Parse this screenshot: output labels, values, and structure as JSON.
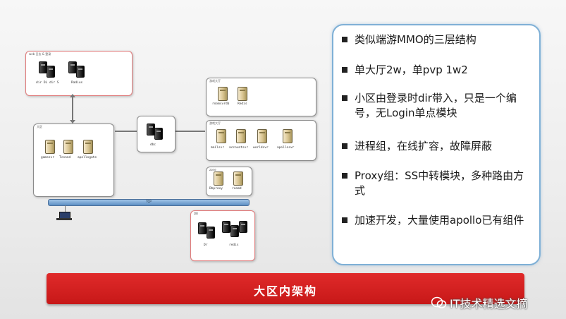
{
  "diagram": {
    "top_left_box": {
      "tag": "web 日志 & 登录",
      "labels": [
        "dir DL dir S",
        "Radius"
      ]
    },
    "left_box": {
      "tag": "大区",
      "labels": [
        "gamesvr",
        "Tconnd",
        "apollogate"
      ]
    },
    "center_box": {
      "labels": [
        "dbc"
      ]
    },
    "right_top_box": {
      "tag": "游戏大厅",
      "labels": [
        "roomsvrdb",
        "Redis"
      ]
    },
    "right_mid_box": {
      "tag": "游戏大厅",
      "labels": [
        "mailsvr",
        "accountsvr",
        "worldsvr",
        "apollosvr"
      ]
    },
    "right_small_box": {
      "tag": "zone",
      "labels": [
        "Dbproxy",
        "roomd"
      ]
    },
    "bottom_box": {
      "tag": "DB",
      "labels": [
        "Dr",
        "redis"
      ]
    },
    "tcp_label": "TCP"
  },
  "bullets": [
    "类似端游MMO的三层结构",
    "单大厅2w，单pvp  1w2",
    "小区由登录时dir带入，只是一个编号，无Login单点模块",
    "进程组，在线扩容，故障屏蔽",
    "Proxy组：SS中转模块，多种路由方式",
    "加速开发，大量使用apollo已有组件"
  ],
  "banner_text": "大区内架构",
  "watermark": "IT技术精选文摘",
  "colors": {
    "banner": "#d62020",
    "panel_border": "#7fb0d6",
    "red_border": "#e07a7a"
  }
}
